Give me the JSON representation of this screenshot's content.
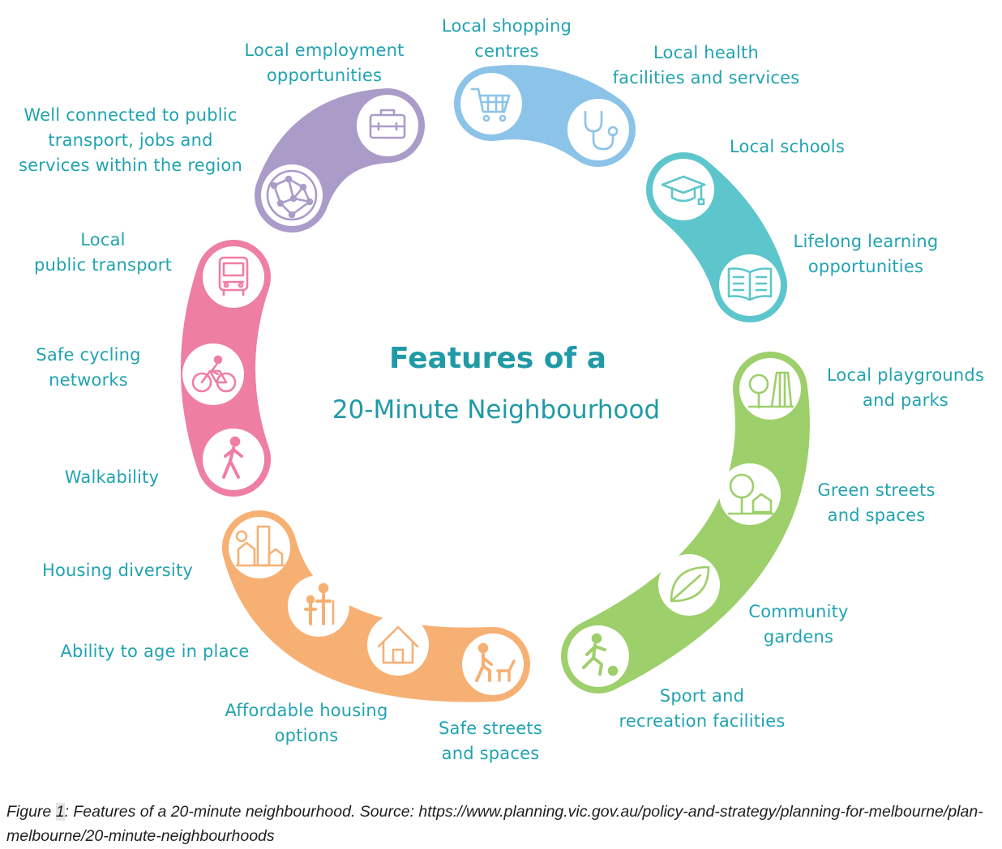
{
  "title": {
    "line1": "Features of a",
    "line2": "20-Minute Neighbourhood"
  },
  "colors": {
    "text": "#21a3b0",
    "purple": "#ab9bc9",
    "blue": "#8cc3e8",
    "teal": "#5cc6cc",
    "green": "#9dcf6b",
    "orange": "#f7b074",
    "pink": "#ef7ea3"
  },
  "features": {
    "employment": {
      "line1": "Local employment",
      "line2": "opportunities",
      "icon": "briefcase-icon"
    },
    "connected": {
      "line1": "Well connected to public",
      "line2": "transport, jobs and",
      "line3": "services within the region",
      "icon": "network-globe-icon"
    },
    "shopping": {
      "line1": "Local shopping",
      "line2": "centres",
      "icon": "shopping-cart-icon"
    },
    "health": {
      "line1": "Local health",
      "line2": "facilities and services",
      "icon": "stethoscope-icon"
    },
    "schools": {
      "line1": "Local schools",
      "icon": "graduation-cap-icon"
    },
    "lifelong": {
      "line1": "Lifelong learning",
      "line2": "opportunities",
      "icon": "open-book-icon"
    },
    "transport": {
      "line1": "Local",
      "line2": "public transport",
      "icon": "bus-icon"
    },
    "cycling": {
      "line1": "Safe cycling",
      "line2": "networks",
      "icon": "cyclist-icon"
    },
    "walk": {
      "line1": "Walkability",
      "icon": "walking-person-icon"
    },
    "playgrounds": {
      "line1": "Local playgrounds",
      "line2": "and parks",
      "icon": "playground-slide-icon"
    },
    "green": {
      "line1": "Green streets",
      "line2": "and spaces",
      "icon": "tree-house-icon"
    },
    "gardens": {
      "line1": "Community",
      "line2": "gardens",
      "icon": "leaf-icon"
    },
    "sport": {
      "line1": "Sport and",
      "line2": "recreation facilities",
      "icon": "soccer-player-icon"
    },
    "housing": {
      "line1": "Housing diversity",
      "icon": "buildings-icon"
    },
    "age": {
      "line1": "Ability to age in place",
      "icon": "family-elderly-icon"
    },
    "affordable": {
      "line1": "Affordable housing",
      "line2": "options",
      "icon": "house-icon"
    },
    "safe": {
      "line1": "Safe streets",
      "line2": "and spaces",
      "icon": "person-with-dog-icon"
    }
  },
  "caption": {
    "prefix": "Figure ",
    "number": "1",
    "text": ": Features of a 20-minute neighbourhood.  Source: https://www.planning.vic.gov.au/policy-and-strategy/planning-for-melbourne/plan-melbourne/20-minute-neighbourhoods"
  }
}
